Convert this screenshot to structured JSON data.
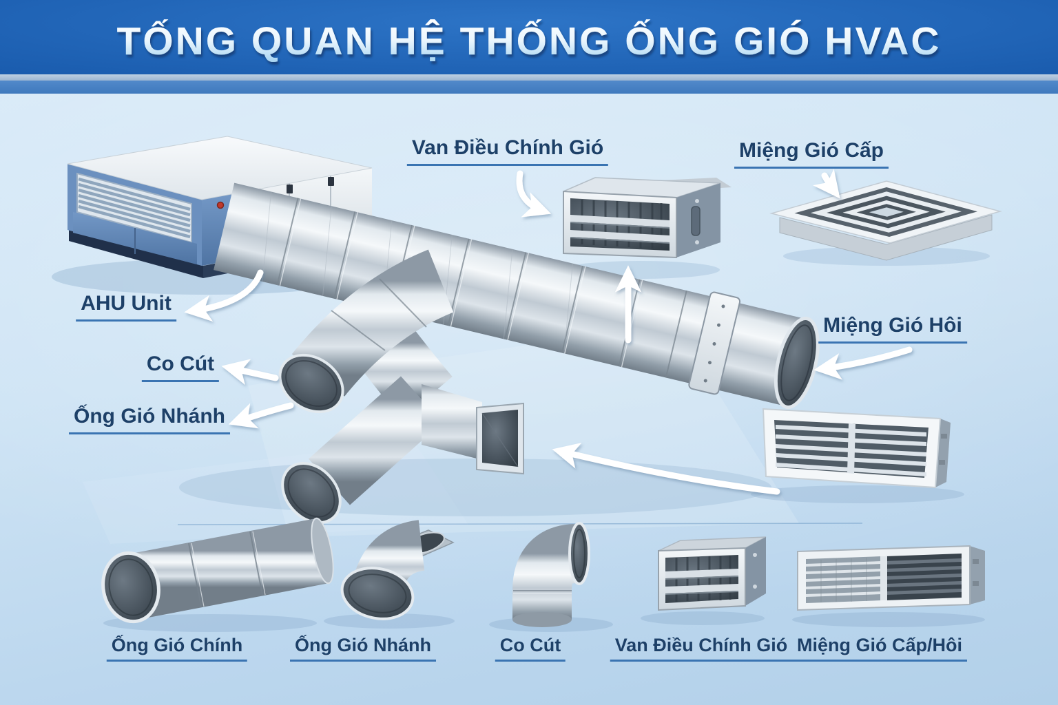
{
  "header": {
    "title": "TỐNG QUAN HỆ THỐNG ỐNG GIÓ HVAC"
  },
  "scene": {
    "labels": {
      "damper": "Van Điều Chính Gió",
      "supply_diffuser": "Miệng Gió Cấp",
      "ahu": "AHU Unit",
      "elbow": "Co Cút",
      "branch_duct": "Ống Gió Nhánh",
      "return_grille": "Miệng Gió Hôi"
    }
  },
  "legend": {
    "items": [
      {
        "label": "Ống Gió Chính"
      },
      {
        "label": "Ống Gió Nhánh"
      },
      {
        "label": "Co Cút"
      },
      {
        "label": "Van Điều Chính Gió"
      },
      {
        "label": "Miệng Gió Cấp/Hôi"
      }
    ]
  },
  "colors": {
    "header_blue": "#1a5cae",
    "header_stripe_blue": "#4a82c4",
    "background_blue": "#c9dff2",
    "label_text": "#1d4068",
    "label_underline": "#3a74b2",
    "title_text_light": "#eaf6fe",
    "metal_light": "#f5f8fa",
    "metal_dark": "#727e89",
    "duct_interior": "#2f3941"
  }
}
